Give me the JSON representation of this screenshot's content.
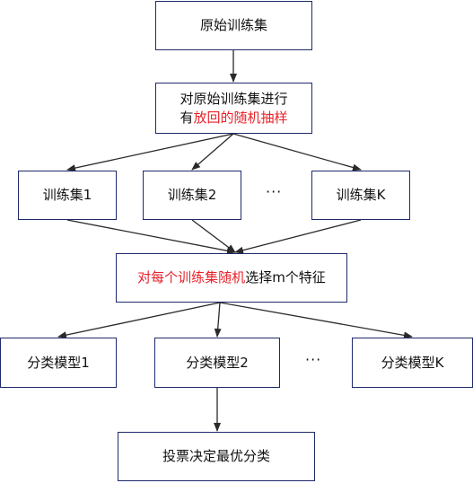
{
  "colors": {
    "border": "#1f2a6b",
    "arrow": "#2a2a2a",
    "highlight": "#e8232b",
    "text": "#111111"
  },
  "nodes": {
    "original_set": "原始训练集",
    "bootstrap": {
      "line1": "对原始训练集进行",
      "line2_prefix": "有",
      "line2_highlight": "放回的随机抽样"
    },
    "train_sets": [
      "训练集1",
      "训练集2",
      "训练集K"
    ],
    "feature_select": {
      "highlight": "对每个训练集随机",
      "rest": "选择m个特征"
    },
    "models": [
      "分类模型1",
      "分类模型2",
      "分类模型K"
    ],
    "vote": "投票决定最优分类"
  },
  "ellipsis": "···"
}
